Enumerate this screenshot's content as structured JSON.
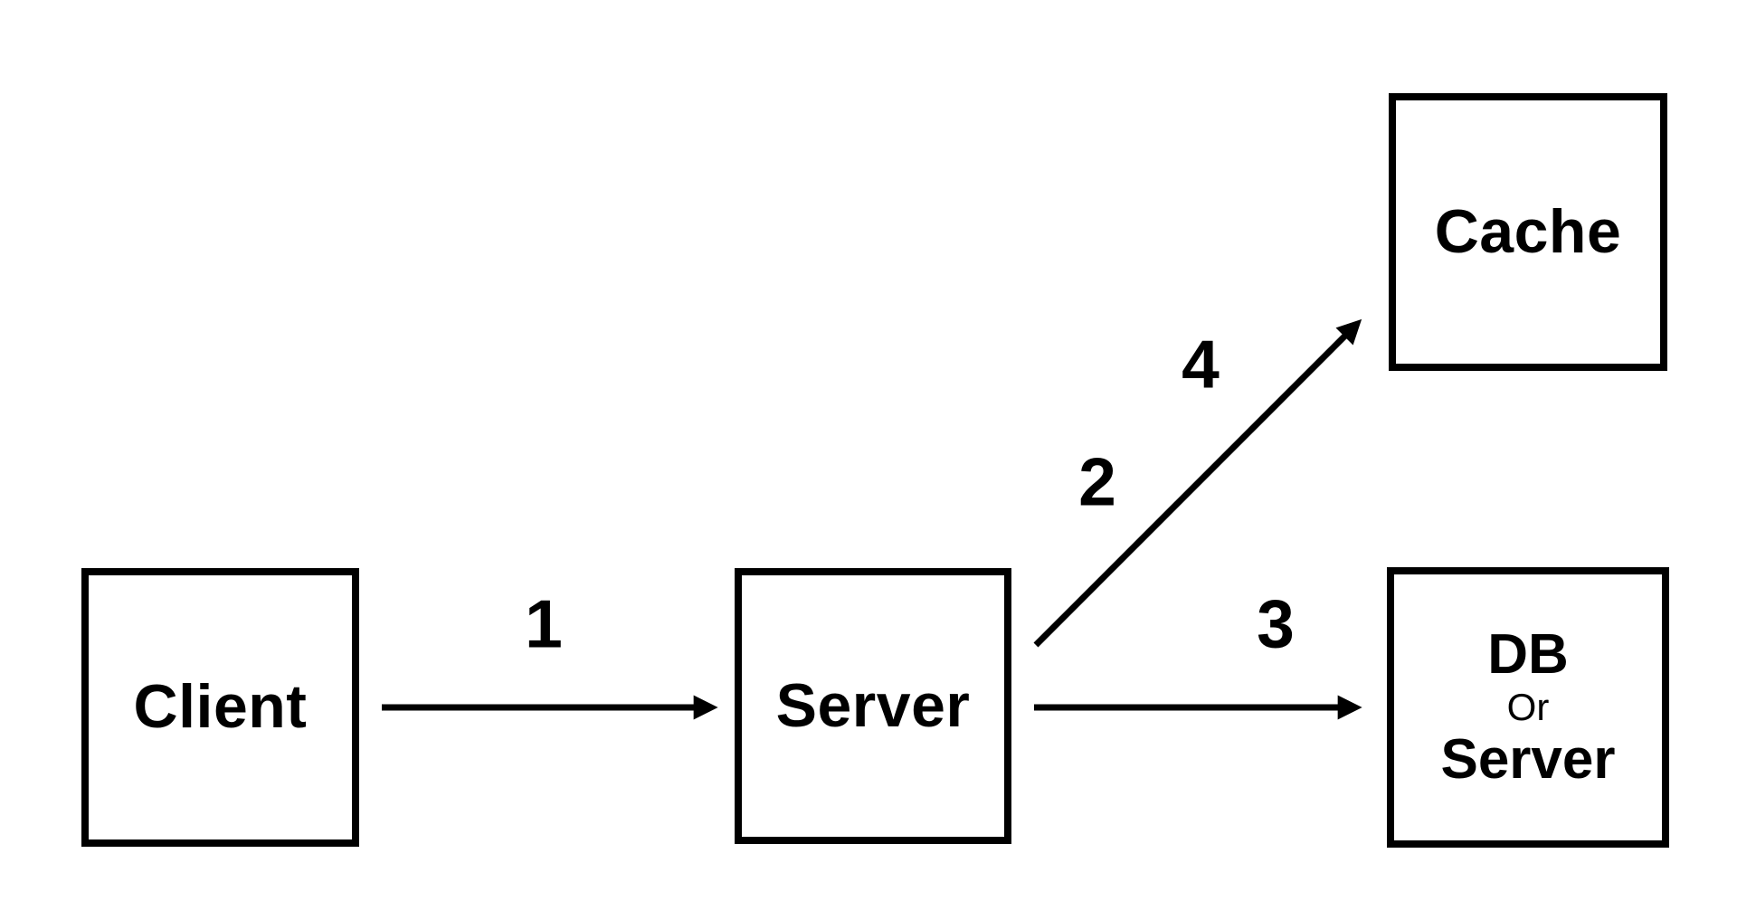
{
  "diagram": {
    "type": "architecture-flow",
    "background_color": "#ffffff",
    "stroke_color": "#000000",
    "text_color": "#000000",
    "nodes": {
      "client": {
        "label": "Client"
      },
      "server": {
        "label": "Server"
      },
      "cache": {
        "label": "Cache"
      },
      "db_or_server": {
        "line1": "DB",
        "line2": "Or",
        "line3": "Server"
      }
    },
    "edges": {
      "client_to_server": {
        "from": "Client",
        "to": "Server",
        "label": "1"
      },
      "server_to_cache": {
        "from": "Server",
        "to": "Cache",
        "label_step2": "2",
        "label_step4": "4"
      },
      "server_to_db": {
        "from": "Server",
        "to": "DB Or Server",
        "label": "3"
      }
    }
  }
}
